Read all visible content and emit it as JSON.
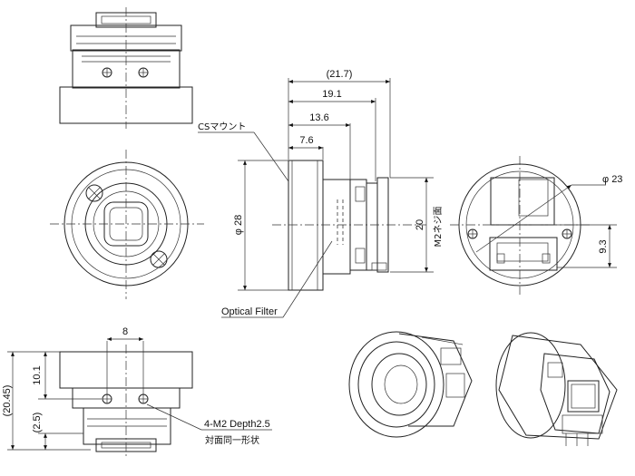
{
  "dimensions": {
    "overall_length": "(21.7)",
    "length_19_1": "19.1",
    "length_13_6": "13.6",
    "length_7_6": "7.6",
    "diameter_28": "φ 28",
    "height_20": "20",
    "diameter_23": "φ 23",
    "offset_9_3": "9.3",
    "hole_spacing_8": "8",
    "height_10_1": "10.1",
    "total_height": "(20.45)",
    "height_2_5": "(2.5)"
  },
  "labels": {
    "cs_mount": "CSマウント",
    "optical_filter": "Optical Filter",
    "screw_note": "4-M2 Depth2.5",
    "screw_note_sub": "対面同一形状",
    "m2_screw_face": "M2ネジ面"
  },
  "colors": {
    "line": "#222222",
    "metal_light": "#f2f2f2",
    "metal_mid": "#c8c8c8",
    "metal_dark": "#5a5a5a",
    "board": "#e6e6e6"
  }
}
